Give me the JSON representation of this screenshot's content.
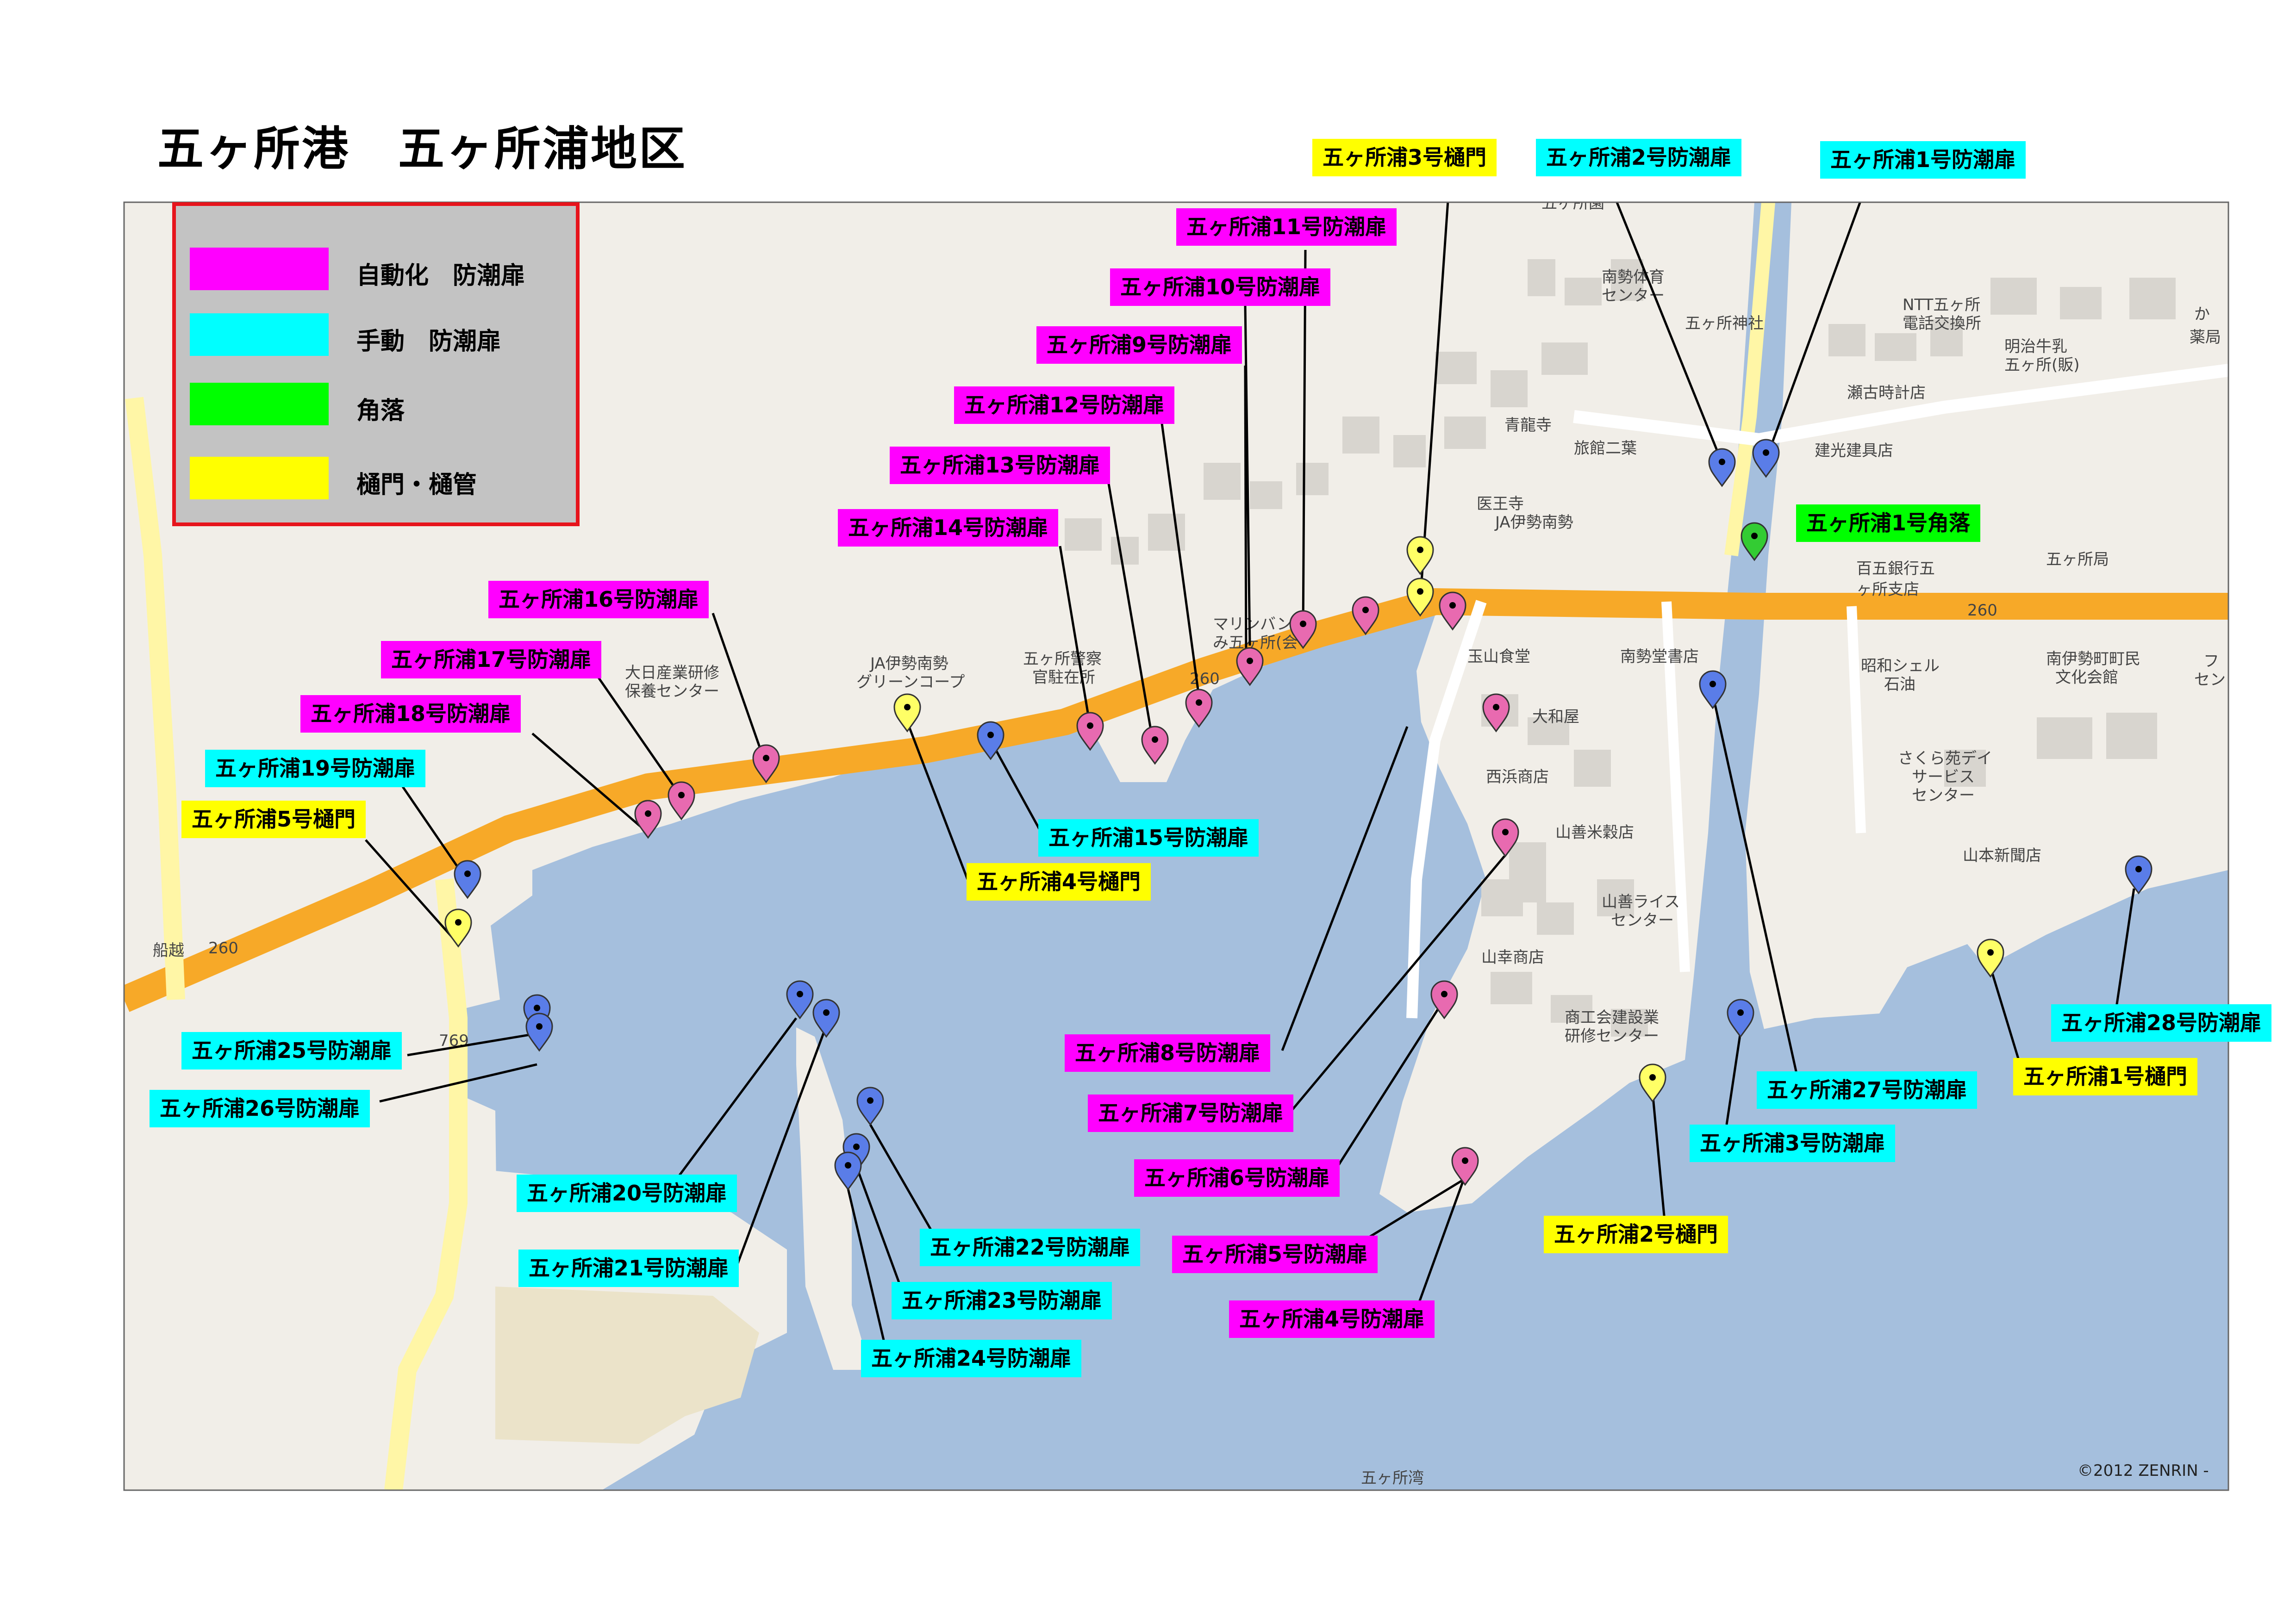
{
  "title": "五ヶ所港　五ヶ所浦地区",
  "copyright": "©2012 ZENRIN -",
  "legend": {
    "items": [
      {
        "color": "#ff00ff",
        "label": "自動化　防潮扉"
      },
      {
        "color": "#00ffff",
        "label": "手動　防潮扉"
      },
      {
        "color": "#00ff00",
        "label": "角落"
      },
      {
        "color": "#ffff00",
        "label": "樋門・樋管"
      }
    ]
  },
  "colors": {
    "automatic": "#ff00ff",
    "manual": "#00ffff",
    "corner": "#00ff00",
    "sluice": "#ffff00",
    "sea": "#a5bfdd",
    "land": "#f1eee8",
    "road": "#f7a928"
  },
  "pin_types": {
    "automatic": "pink-map-pin-icon",
    "manual": "blue-map-pin-icon",
    "corner": "green-map-pin-icon",
    "sluice": "yellow-map-pin-icon"
  },
  "map_labels": {
    "mlabel_0": "五ヶ所浦3号樋門",
    "mlabel_1": "五ヶ所浦2号防潮扉",
    "mlabel_2": "五ヶ所浦1号防潮扉",
    "mlabel_3": "五ヶ所浦11号防潮扉",
    "mlabel_4": "五ヶ所浦10号防潮扉",
    "mlabel_5": "五ヶ所浦9号防潮扉",
    "mlabel_6": "五ヶ所浦12号防潮扉",
    "mlabel_7": "五ヶ所浦13号防潮扉",
    "mlabel_8": "五ヶ所浦14号防潮扉",
    "mlabel_9": "五ヶ所浦1号角落",
    "mlabel_10": "五ヶ所浦16号防潮扉",
    "mlabel_11": "五ヶ所浦17号防潮扉",
    "mlabel_12": "五ヶ所浦18号防潮扉",
    "mlabel_13": "五ヶ所浦19号防潮扉",
    "mlabel_14": "五ヶ所浦5号樋門",
    "mlabel_15": "五ヶ所浦15号防潮扉",
    "mlabel_16": "五ヶ所浦4号樋門",
    "mlabel_17": "五ヶ所浦25号防潮扉",
    "mlabel_18": "五ヶ所浦26号防潮扉",
    "mlabel_19": "五ヶ所浦8号防潮扉",
    "mlabel_20": "五ヶ所浦7号防潮扉",
    "mlabel_21": "五ヶ所浦6号防潮扉",
    "mlabel_22": "五ヶ所浦5号防潮扉",
    "mlabel_23": "五ヶ所浦4号防潮扉",
    "mlabel_24": "五ヶ所浦20号防潮扉",
    "mlabel_25": "五ヶ所浦21号防潮扉",
    "mlabel_26": "五ヶ所浦22号防潮扉",
    "mlabel_27": "五ヶ所浦23号防潮扉",
    "mlabel_28": "五ヶ所浦24号防潮扉",
    "mlabel_29": "五ヶ所浦27号防潮扉",
    "mlabel_30": "五ヶ所浦3号防潮扉",
    "mlabel_31": "五ヶ所浦28号防潮扉",
    "mlabel_32": "五ヶ所浦1号樋門",
    "mlabel_33": "五ヶ所浦2号樋門"
  },
  "places": {
    "place_0": "五ヶ所園",
    "place_1": "南勢体育",
    "place_2": "センター",
    "place_3": "五ヶ所神社",
    "place_4": "NTT五ヶ所",
    "place_5": "電話交換所",
    "place_6": "明治牛乳",
    "place_7": "五ヶ所(販)",
    "place_8": "瀬古時計店",
    "place_9": "建光建具店",
    "place_10": "青龍寺",
    "place_11": "旅館二葉",
    "place_12": "医王寺",
    "place_13": "JA伊勢南勢",
    "place_14": "百五銀行五",
    "place_15": "ヶ所支店",
    "place_16": "五ヶ所局",
    "place_17": "南伊勢町町民",
    "place_18": "文化会館",
    "place_19": "昭和シェル",
    "place_20": "石油",
    "place_21": "さくら苑デイ",
    "place_22": "サービス",
    "place_23": "センター",
    "place_24": "山本新聞店",
    "place_25": "玉山食堂",
    "place_26": "南勢堂書店",
    "place_27": "大和屋",
    "place_28": "西浜商店",
    "place_29": "山善米穀店",
    "place_30": "山善ライス",
    "place_31": "センター",
    "place_32": "山幸商店",
    "place_33": "商工会建設業",
    "place_34": "研修センター",
    "place_35": "大日産業研修",
    "place_36": "保養センター",
    "place_37": "JA伊勢南勢",
    "place_38": "グリーンコープ",
    "place_39": "五ヶ所警察",
    "place_40": "官駐在所",
    "place_41": "マリンバン",
    "place_42": "み五ヶ所(会",
    "place_43": "船越",
    "place_44": "五ヶ所湾",
    "place_45": "260",
    "place_46": "260",
    "place_47": "260",
    "place_48": "769",
    "place_49": "か",
    "place_50": "薬局",
    "place_51": "フ",
    "place_52": "セン"
  }
}
